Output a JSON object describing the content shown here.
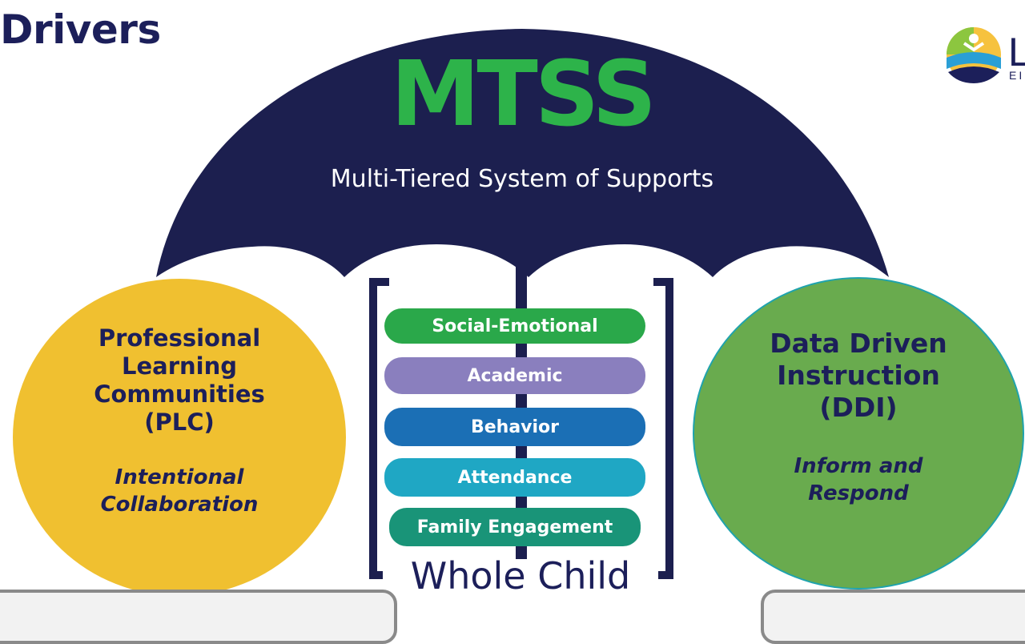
{
  "page": {
    "title": "Drivers"
  },
  "logo": {
    "letter": "L",
    "subtext": "EI"
  },
  "umbrella": {
    "title": "MTSS",
    "subtitle": "Multi-Tiered System of Supports",
    "canopy_color": "#1c1f4f",
    "title_color": "#2db34a"
  },
  "supports": [
    {
      "label": "Social-Emotional",
      "color": "#2aa84a"
    },
    {
      "label": "Academic",
      "color": "#8a7fbe"
    },
    {
      "label": "Behavior",
      "color": "#1b6fb5"
    },
    {
      "label": "Attendance",
      "color": "#1fa7c4"
    },
    {
      "label": "Family Engagement",
      "color": "#199478"
    }
  ],
  "whole_child": "Whole Child",
  "left_driver": {
    "heading_lines": [
      "Professional",
      "Learning",
      "Communities",
      "(PLC)"
    ],
    "tagline_lines": [
      "Intentional",
      "Collaboration"
    ],
    "color": "#f0c030"
  },
  "right_driver": {
    "heading_lines": [
      "Data Driven",
      "Instruction",
      "(DDI)"
    ],
    "tagline_lines": [
      "Inform and",
      "Respond"
    ],
    "color": "#69ab4e"
  }
}
